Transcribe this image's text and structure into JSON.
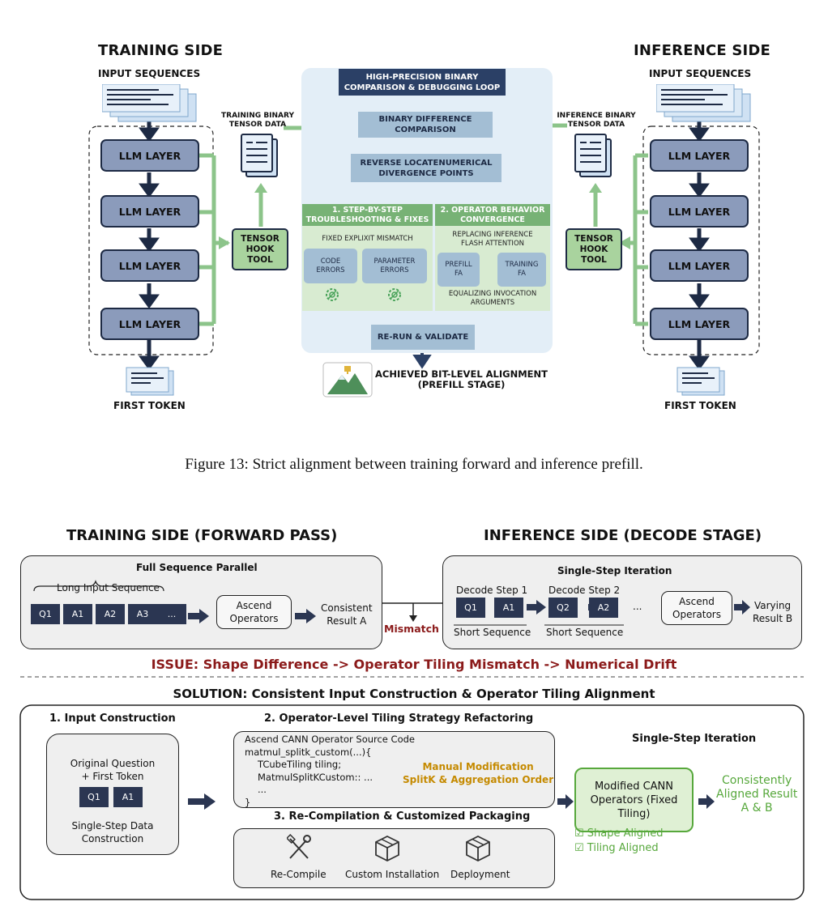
{
  "figure13": {
    "training_title": "TRAINING SIDE",
    "inference_title": "INFERENCE SIDE",
    "input_sequences_left": "INPUT SEQUENCES",
    "input_sequences_right": "INPUT SEQUENCES",
    "llm_layer": "LLM LAYER",
    "first_token_left": "FIRST TOKEN",
    "first_token_right": "FIRST TOKEN",
    "training_binary": [
      "TRAINING BINARY",
      "TENSOR DATA"
    ],
    "inference_binary": [
      "INFERENCE BINARY",
      "TENSOR DATA"
    ],
    "tensor_hook": [
      "TENSOR",
      "HOOK",
      "TOOL"
    ],
    "loop_title": [
      "HIGH-PRECISION BINARY",
      "COMPARISON & DEBUGGING LOOP"
    ],
    "binary_diff": [
      "BINARY DIFFERENCE",
      "COMPARISON"
    ],
    "reverse_locate": [
      "REVERSE LOCATENUMERICAL",
      "DIVERGENCE POINTS"
    ],
    "step1_head": [
      "1. STEP-BY-STEP",
      "TROUBLESHOOTING & FIXES"
    ],
    "step1_note": "FIXED EXPLIXIT MISMATCH",
    "code_errors": [
      "CODE",
      "ERRORS"
    ],
    "param_errors": [
      "PARAMETER",
      "ERRORS"
    ],
    "step2_head": [
      "2. OPERATOR BEHAVIOR",
      "CONVERGENCE"
    ],
    "step2_note": [
      "REPLACING INFERENCE",
      "FLASH ATTENTION"
    ],
    "prefill_fa": [
      "PREFILL",
      "FA"
    ],
    "training_fa": [
      "TRAINING",
      "FA"
    ],
    "equalizing": [
      "EQUALIZING INVOCATION",
      "ARGUMENTS"
    ],
    "rerun": "RE-RUN & VALIDATE",
    "achieved": [
      "ACHIEVED BIT-LEVEL ALIGNMENT",
      "(PREFILL STAGE)"
    ],
    "caption": "Figure 13: Strict alignment between training forward and inference prefill."
  },
  "figure14": {
    "training_title": "TRAINING SIDE (FORWARD PASS)",
    "inference_title": "INFERENCE SIDE (DECODE STAGE)",
    "full_seq": "Full Sequence Parallel",
    "long_input": "Long Input Sequence",
    "tokens": [
      "Q1",
      "A1",
      "A2",
      "A3",
      "..."
    ],
    "ascend_ops": [
      "Ascend",
      "Operators"
    ],
    "consistent_a": [
      "Consistent",
      "Result A"
    ],
    "single_step": "Single-Step Iteration",
    "decode1": "Decode Step 1",
    "decode2": "Decode Step 2",
    "d1_tokens": [
      "Q1",
      "A1"
    ],
    "d2_tokens": [
      "Q2",
      "A2"
    ],
    "ellipsis": "...",
    "short_seq": "Short Sequence",
    "varying_b": [
      "Varying",
      "Result B"
    ],
    "mismatch": "Mismatch",
    "issue": "ISSUE: Shape Difference -> Operator Tiling Mismatch -> Numerical Drift",
    "solution": "SOLUTION: Consistent Input Construction & Operator Tiling Alignment",
    "input_construction": "1. Input Construction",
    "orig_question": [
      "Original Question",
      "+ First Token"
    ],
    "ic_tokens": [
      "Q1",
      "A1"
    ],
    "single_step_data": [
      "Single-Step Data",
      "Construction"
    ],
    "tiling_refactor": "2. Operator-Level Tiling Strategy Refactoring",
    "code_lines": [
      "Ascend CANN Operator Source Code",
      "matmul_splitk_custom(...){",
      "TCubeTiling tiling;",
      "MatmulSplitKCustom:: ...",
      "...",
      "}"
    ],
    "manual_mod": [
      "Manual Modification",
      "SplitK & Aggregation Order"
    ],
    "recompile_title": "3. Re-Compilation & Customized Packaging",
    "recompile": "Re-Compile",
    "custom_install": "Custom Installation",
    "deployment": "Deployment",
    "single_step_right": "Single-Step Iteration",
    "modified_cann": [
      "Modified CANN",
      "Operators (Fixed",
      "Tiling)"
    ],
    "aligned_result": [
      "Consistently",
      "Aligned Result",
      "A & B"
    ],
    "shape_aligned": "☑ Shape Aligned",
    "tiling_aligned": "☑ Tiling Aligned"
  }
}
